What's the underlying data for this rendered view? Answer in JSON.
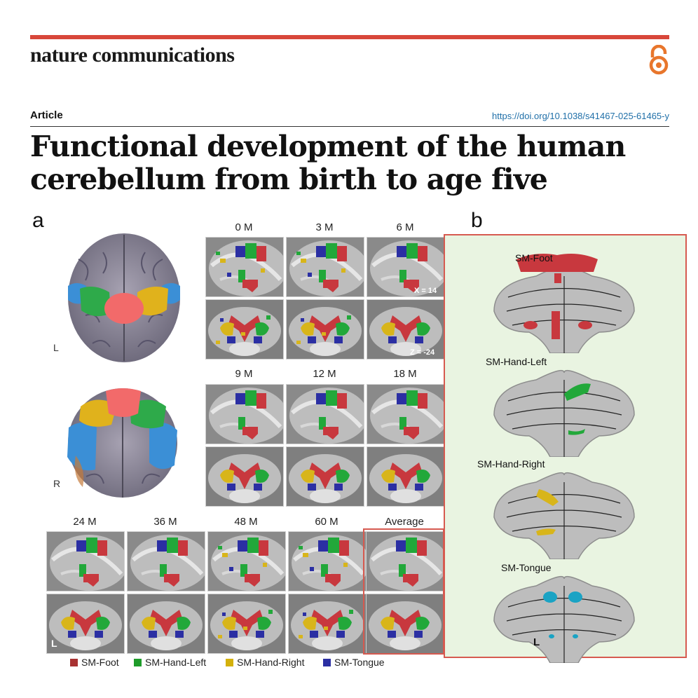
{
  "header": {
    "journal": "nature communications",
    "article_label": "Article",
    "doi": "https://doi.org/10.1038/s41467-025-61465-y",
    "title": "Functional development of the human cerebellum from birth to age five"
  },
  "figure": {
    "panel_a_label": "a",
    "panel_b_label": "b",
    "brain_labels": {
      "left": "L",
      "right": "R"
    },
    "age_columns_top": [
      "0 M",
      "3 M",
      "6 M"
    ],
    "age_columns_mid": [
      "9 M",
      "12 M",
      "18 M"
    ],
    "age_columns_bottom": [
      "24 M",
      "36 M",
      "48 M",
      "60 M",
      "Average"
    ],
    "coords": {
      "x": "X = 14",
      "z": "Z = -24"
    },
    "bottom_left_label": "L",
    "legend": [
      {
        "label": "SM-Foot",
        "color": "#a83232"
      },
      {
        "label": "SM-Hand-Left",
        "color": "#1e9c2a"
      },
      {
        "label": "SM-Hand-Right",
        "color": "#d4b10c"
      },
      {
        "label": "SM-Tongue",
        "color": "#2b2fa3"
      }
    ],
    "panel_b": {
      "maps": [
        "SM-Foot",
        "SM-Hand-Left",
        "SM-Hand-Right",
        "SM-Tongue"
      ],
      "side_label": "L"
    },
    "colors": {
      "foot": "#c8383e",
      "hand_left": "#22a83a",
      "hand_right": "#d8b51a",
      "tongue": "#2b2fa3",
      "bg_green": "#e9f4e1",
      "accent": "#d65a50"
    }
  }
}
